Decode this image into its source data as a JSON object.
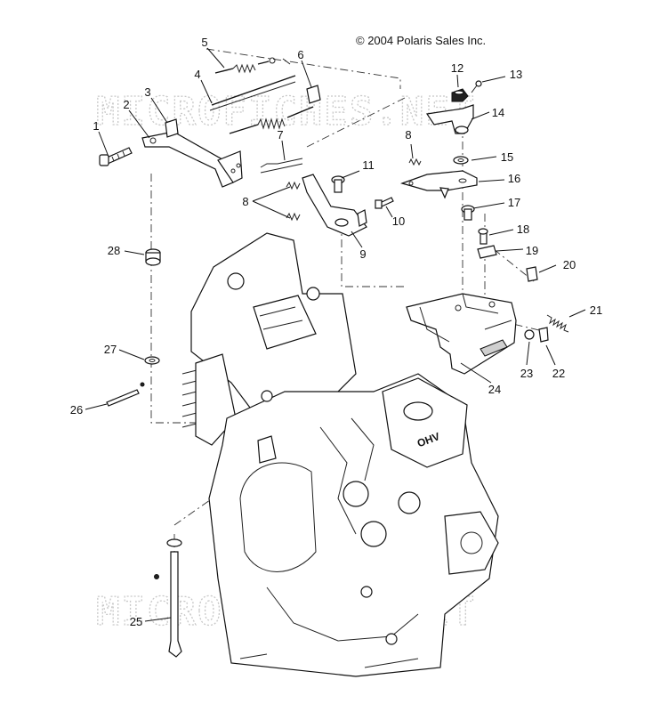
{
  "copyright": "© 2004 Polaris Sales Inc.",
  "watermark": "MICROFICHES.NET",
  "callouts": {
    "c1": "1",
    "c2": "2",
    "c3": "3",
    "c4": "4",
    "c5": "5",
    "c6": "6",
    "c7": "7",
    "c8a": "8",
    "c8b": "8",
    "c9": "9",
    "c10": "10",
    "c11": "11",
    "c12": "12",
    "c13": "13",
    "c14": "14",
    "c15": "15",
    "c16": "16",
    "c17": "17",
    "c18": "18",
    "c19": "19",
    "c20": "20",
    "c21": "21",
    "c22": "22",
    "c23": "23",
    "c24": "24",
    "c25": "25",
    "c26": "26",
    "c27": "27",
    "c28": "28"
  },
  "engine_badge": "OHV"
}
